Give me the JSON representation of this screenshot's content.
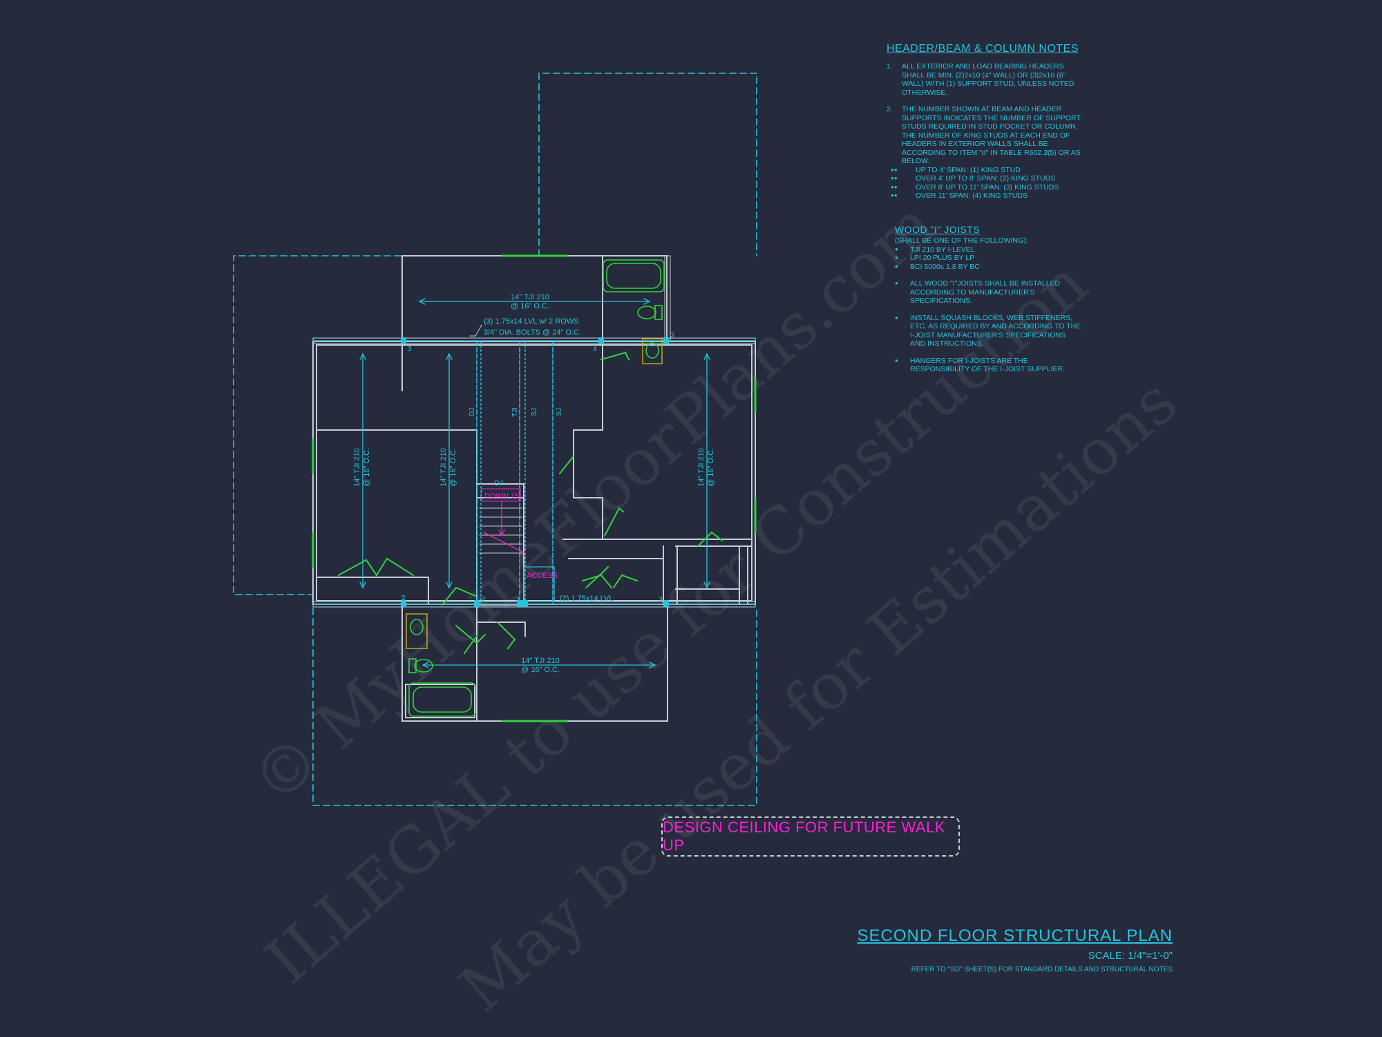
{
  "notes": {
    "header_title": "HEADER/BEAM & COLUMN NOTES",
    "header_items": [
      {
        "num": "1.",
        "text": "ALL EXTERIOR AND LOAD BEARING HEADERS SHALL BE MIN. (2)2x10 (4\" WALL) OR (3)2x10 (6\" WALL) WITH (1) SUPPORT STUD, UNLESS NOTED OTHERWISE."
      },
      {
        "num": "2.",
        "text": "THE NUMBER SHOWN AT BEAM AND HEADER SUPPORTS INDICATES THE NUMBER OF SUPPORT STUDS REQUIRED IN STUD POCKET OR COLUMN. THE NUMBER OF KING STUDS AT EACH END OF HEADERS IN EXTERIOR WALLS SHALL BE ACCORDING TO ITEM \"d\" IN TABLE R602.3(5) OR AS BELOW:"
      }
    ],
    "king_studs": [
      "UP TO 4' SPAN: (1) KING STUD",
      "OVER 4' UP TO 8' SPAN: (2) KING STUDS",
      "OVER 8' UP TO 11' SPAN: (3) KING STUDS",
      "OVER 11' SPAN: (4) KING STUDS"
    ],
    "joist_title": "WOOD \"I\" JOISTS",
    "joist_subtitle": "(SHALL BE ONE OF THE FOLLOWING):",
    "joist_types": [
      "TJI 210 BY I-LEVEL",
      "LPI 20 PLUS BY LP",
      "BCI 5000s 1.8 BY BC"
    ],
    "joist_notes": [
      "ALL WOOD \"I\"JOISTS SHALL BE INSTALLED ACCORDING TO MANUFACTURER'S SPECIFICATIONS.",
      "INSTALL SQUASH BLOCKS, WEB STIFFENERS, ETC. AS REQUIRED BY AND ACCORDING TO THE I-JOIST MANUFACTURER'S SPECIFICATIONS AND INSTRUCTIONS.",
      "HANGERS FOR I-JOISTS ARE THE RESPONSIBILITY OF THE I-JOIST SUPPLIER."
    ]
  },
  "plan_labels": {
    "tji_line1": "14\" TJI 210",
    "tji_line2": "@ 16\" O.C.",
    "lvl_line1": "(3) 1.75x14 LVL w/ 2 ROWS",
    "lvl_line2": "3/4\" DIA. BOLTS @ 24\" O.C.",
    "lvl_bottom": "(2) 1.75x14 LVL",
    "dj": "DJ",
    "sj": "SJ",
    "tji": "TJI",
    "down": "DOWN 15",
    "access": "ACCESS",
    "stud_counts": [
      "3",
      "4",
      "3",
      "2",
      "2",
      "3",
      "3"
    ]
  },
  "callout": "DESIGN CEILING FOR FUTURE WALK UP",
  "title_block": {
    "title": "SECOND FLOOR STRUCTURAL PLAN",
    "scale": "SCALE: 1/4\"=1'-0\"",
    "refer": "REFER TO \"SD\" SHEET(S) FOR STANDARD DETAILS AND STRUCTURAL NOTES"
  },
  "watermark": {
    "line1": "© MyHomeFloorPlans.com",
    "line2": "ILLEGAL to use for Construction",
    "line3": "May be used for Estimations"
  },
  "colors": {
    "background": "#252b3c",
    "cyan": "#27c3dd",
    "wall": "#c6ccd6",
    "green": "#35d13d",
    "magenta": "#ff1ed7",
    "yellow": "#c8b418"
  }
}
